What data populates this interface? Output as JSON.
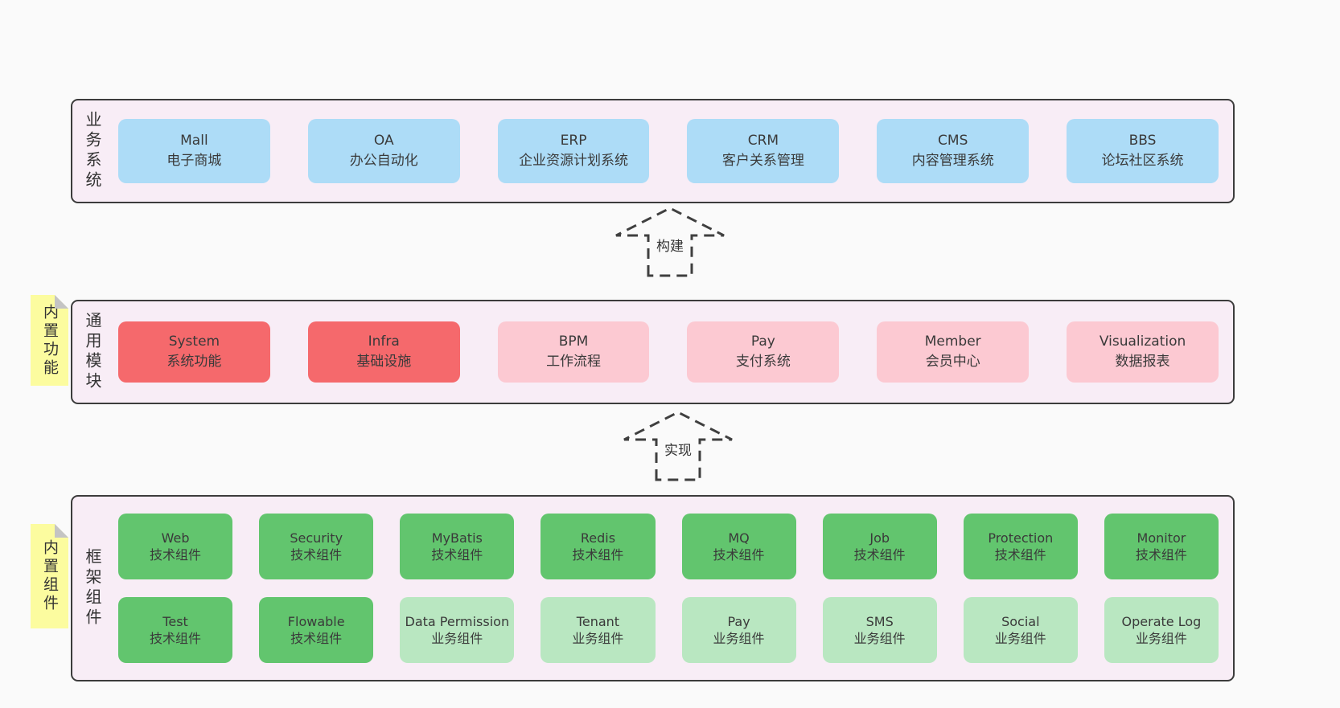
{
  "colors": {
    "page_bg": "#fafafa",
    "panel_bg": "#f8edf6",
    "panel_border": "#3c3c3c",
    "box_blue": "#addcf7",
    "box_red": "#f5696c",
    "box_pink": "#fcc9d2",
    "box_green_dark": "#62c56e",
    "box_green_light": "#b9e7c1",
    "sticky_yellow": "#fcfc9f",
    "sticky_fold_gray": "#c4c4c4",
    "text": "#353535"
  },
  "arrows": {
    "build": "构建",
    "implement": "实现"
  },
  "layers": {
    "business": {
      "label": "业务系统",
      "boxes": [
        {
          "title": "Mall",
          "subtitle": "电子商城"
        },
        {
          "title": "OA",
          "subtitle": "办公自动化"
        },
        {
          "title": "ERP",
          "subtitle": "企业资源计划系统"
        },
        {
          "title": "CRM",
          "subtitle": "客户关系管理"
        },
        {
          "title": "CMS",
          "subtitle": "内容管理系统"
        },
        {
          "title": "BBS",
          "subtitle": "论坛社区系统"
        }
      ]
    },
    "common": {
      "label": "通用模块",
      "sticky": "内置功能",
      "boxes": [
        {
          "title": "System",
          "subtitle": "系统功能"
        },
        {
          "title": "Infra",
          "subtitle": "基础设施"
        },
        {
          "title": "BPM",
          "subtitle": "工作流程"
        },
        {
          "title": "Pay",
          "subtitle": "支付系统"
        },
        {
          "title": "Member",
          "subtitle": "会员中心"
        },
        {
          "title": "Visualization",
          "subtitle": "数据报表"
        }
      ]
    },
    "framework": {
      "label": "框架组件",
      "sticky": "内置组件",
      "row1": [
        {
          "title": "Web",
          "subtitle": "技术组件"
        },
        {
          "title": "Security",
          "subtitle": "技术组件"
        },
        {
          "title": "MyBatis",
          "subtitle": "技术组件"
        },
        {
          "title": "Redis",
          "subtitle": "技术组件"
        },
        {
          "title": "MQ",
          "subtitle": "技术组件"
        },
        {
          "title": "Job",
          "subtitle": "技术组件"
        },
        {
          "title": "Protection",
          "subtitle": "技术组件"
        },
        {
          "title": "Monitor",
          "subtitle": "技术组件"
        }
      ],
      "row2": [
        {
          "title": "Test",
          "subtitle": "技术组件"
        },
        {
          "title": "Flowable",
          "subtitle": "技术组件"
        },
        {
          "title": "Data Permission",
          "subtitle": "业务组件"
        },
        {
          "title": "Tenant",
          "subtitle": "业务组件"
        },
        {
          "title": "Pay",
          "subtitle": "业务组件"
        },
        {
          "title": "SMS",
          "subtitle": "业务组件"
        },
        {
          "title": "Social",
          "subtitle": "业务组件"
        },
        {
          "title": "Operate Log",
          "subtitle": "业务组件"
        }
      ]
    }
  }
}
